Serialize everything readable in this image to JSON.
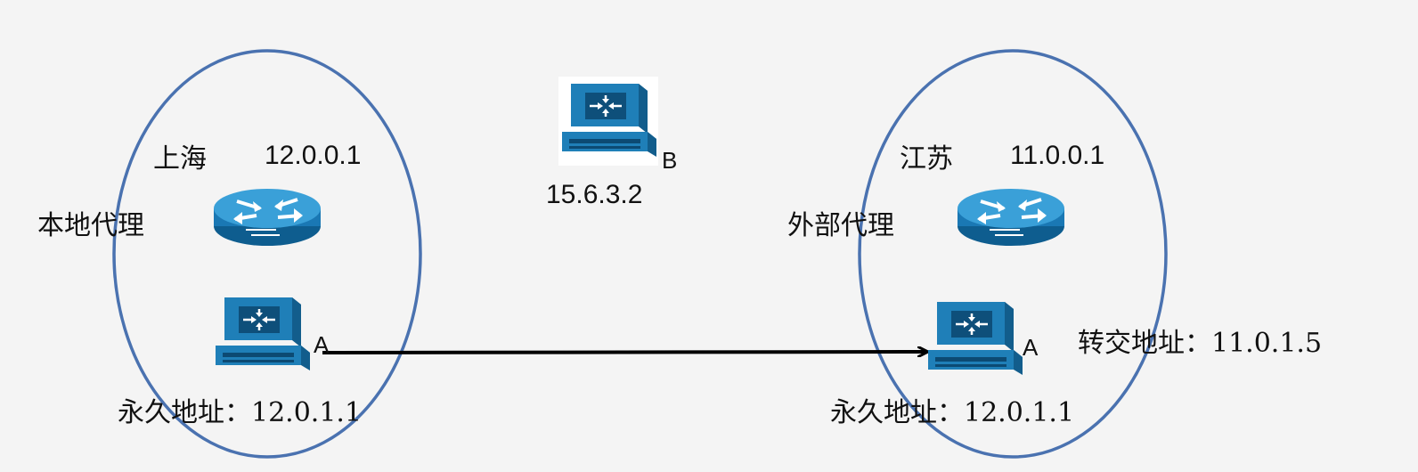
{
  "left_network": {
    "city": "上海",
    "agent_ip": "12.0.0.1",
    "agent_label": "本地代理",
    "host_letter": "A",
    "permanent_address": "永久地址：12.0.1.1"
  },
  "middle_host": {
    "letter": "B",
    "ip": "15.6.3.2"
  },
  "right_network": {
    "city": "江苏",
    "agent_ip": "11.0.0.1",
    "agent_label": "外部代理",
    "host_letter": "A",
    "permanent_address": "永久地址：12.0.1.1",
    "care_of_address": "转交地址：11.0.1.5"
  },
  "colors": {
    "ellipse_stroke": "#4a72b0",
    "device_blue": "#1f7fb8",
    "background": "#f4f4f4"
  },
  "icons": {
    "router": "router-icon",
    "host": "switch-workstation-icon"
  }
}
